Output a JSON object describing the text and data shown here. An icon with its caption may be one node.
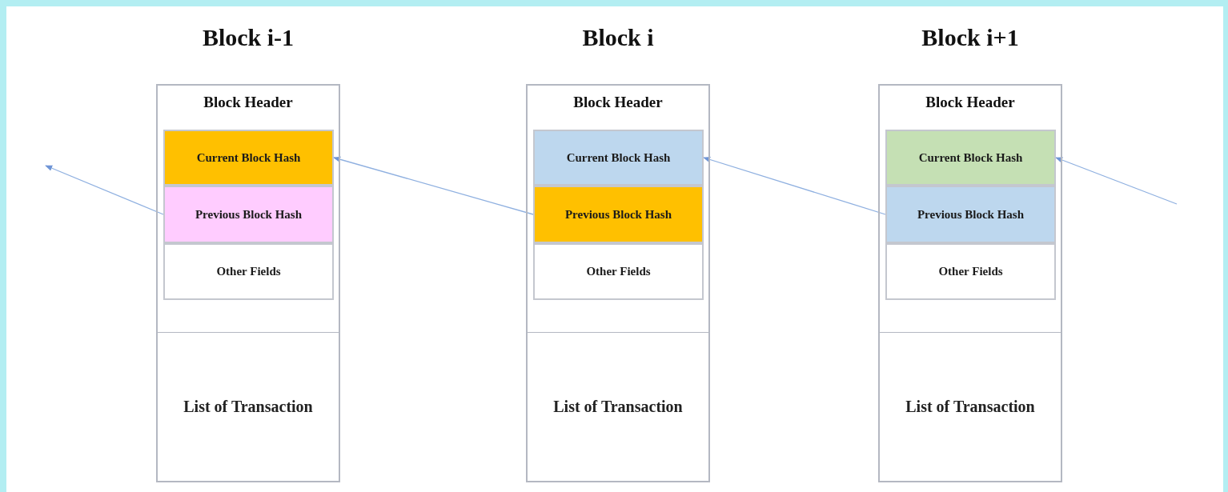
{
  "diagram": {
    "nodes": [
      {
        "text": [
          "Block i-1"
        ]
      },
      {
        "text": [
          "Block Header"
        ],
        "in": 0
      },
      {
        "text": [
          "Current Block Hash"
        ],
        "in": 1
      },
      {
        "text": [
          "Previous Block Hash"
        ],
        "in": 1
      },
      {
        "text": [
          "Other Fields"
        ],
        "in": 1
      },
      {
        "text": [
          "List of Transaction"
        ],
        "in": 0
      },
      {
        "text": [
          "Block i"
        ]
      },
      {
        "text": [
          "Block Header"
        ],
        "in": 6
      },
      {
        "text": [
          "Current Block Hash"
        ],
        "in": 7
      },
      {
        "text": [
          "Previous Block Hash"
        ],
        "in": 7
      },
      {
        "text": [
          "Other Fields"
        ],
        "in": 7
      },
      {
        "text": [
          "List of Transaction"
        ],
        "in": 6
      },
      {
        "text": [
          "Block i+1"
        ]
      },
      {
        "text": [
          "Block Header"
        ],
        "in": 12
      },
      {
        "text": [
          "Current Block Hash"
        ],
        "in": 13
      },
      {
        "text": [
          "Previous Block Hash"
        ],
        "in": 13
      },
      {
        "text": [
          "Other Fields"
        ],
        "in": 13
      },
      {
        "text": [
          "List of Transaction"
        ],
        "in": 12
      }
    ],
    "edges": [
      {
        "from": 3,
        "to": null,
        "arrow": "to"
      },
      {
        "from": 9,
        "to": 2,
        "arrow": "to"
      },
      {
        "from": 15,
        "to": 8,
        "arrow": "to"
      },
      {
        "from": null,
        "to": 14,
        "arrow": "to"
      }
    ]
  }
}
